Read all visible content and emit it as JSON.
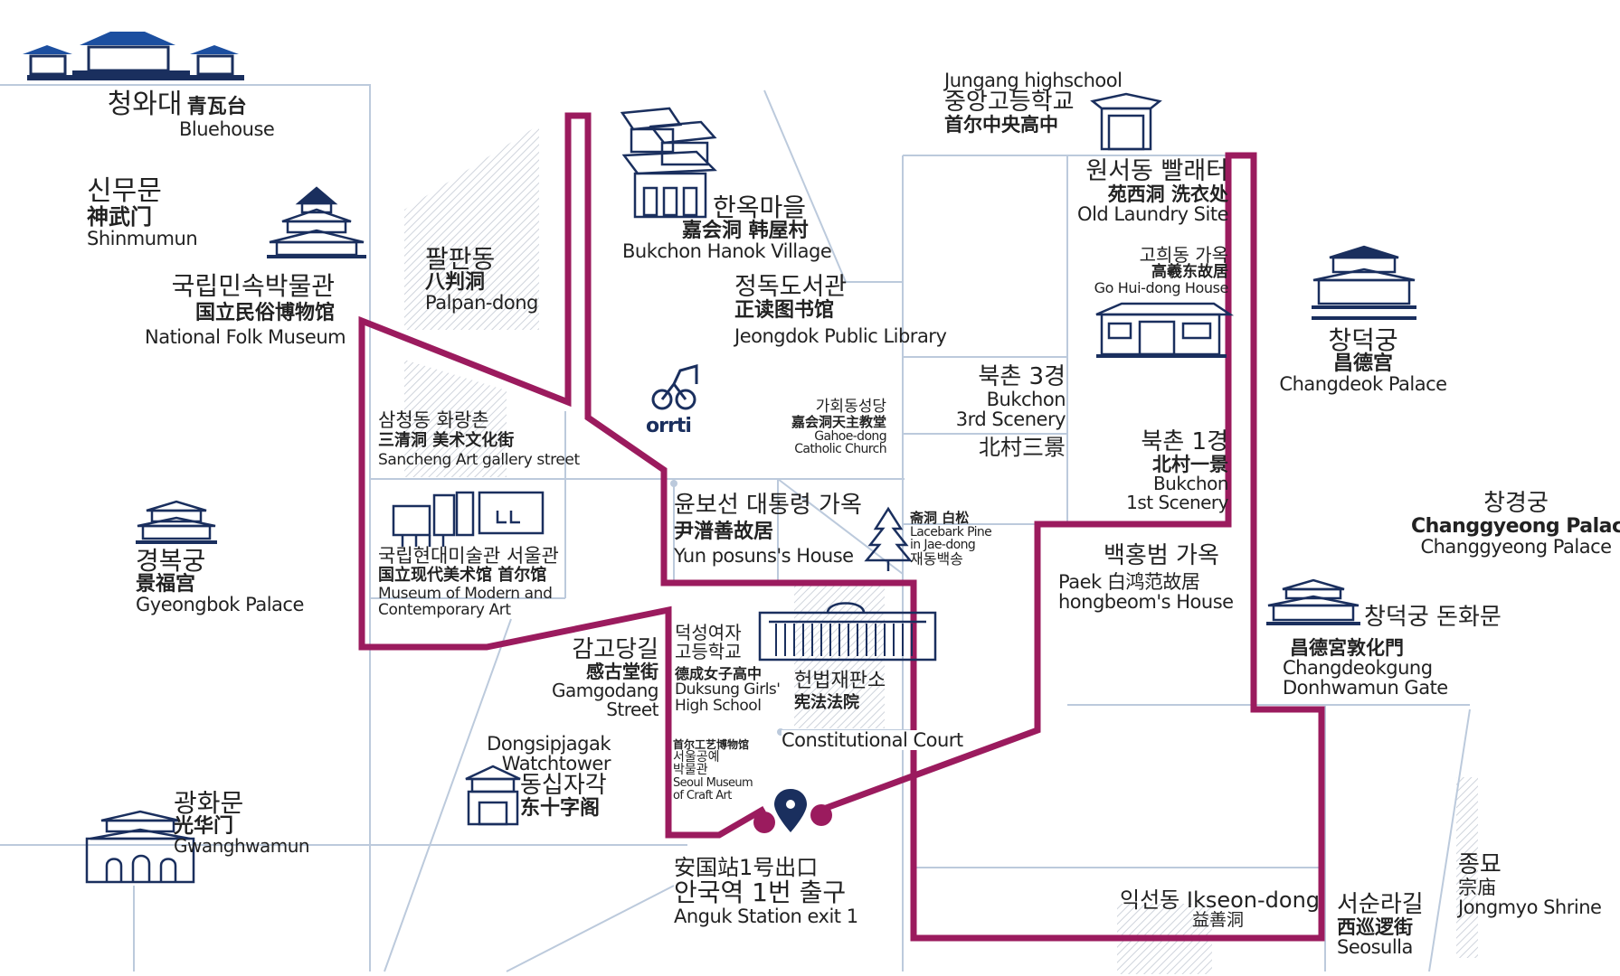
{
  "map": {
    "route_color": "#9b1b5e",
    "road_color": "#b8c8dc",
    "icon_color": "#1a2f5e",
    "accent_blue": "#1c4fa0",
    "hatch_color": "#d7dbe2"
  },
  "places": {
    "bluehouse": {
      "ko": "청와대",
      "zh": "青瓦台",
      "en": "Bluehouse"
    },
    "shinmumun": {
      "ko": "신무문",
      "zh": "神武门",
      "en": "Shinmumun"
    },
    "folk_museum": {
      "ko": "국립민속박물관",
      "zh": "国立民俗博物馆",
      "en": "National Folk Museum"
    },
    "palpan": {
      "ko": "팔판동",
      "zh": "八判洞",
      "en": "Palpan-dong"
    },
    "sancheong": {
      "ko": "삼청동 화랑촌",
      "zh": "三清洞 美术文化街",
      "en": "Sancheng Art gallery street"
    },
    "mmca": {
      "ko": "국립현대미술관 서울관",
      "zh": "国立现代美术馆 首尔馆",
      "en1": "Museum of Modern and",
      "en2": "Contemporary Art"
    },
    "gyeongbok": {
      "ko": "경복궁",
      "zh": "景福宫",
      "en": "Gyeongbok Palace"
    },
    "gwanghwamun": {
      "ko": "광화문",
      "zh": "光华门",
      "en": "Gwanghwamun"
    },
    "dongsipjagak": {
      "en1": "Dongsipjagak",
      "en2": "Watchtower",
      "ko": "동십자각",
      "zh": "东十字阁"
    },
    "gamgodang": {
      "ko": "감고당길",
      "zh": "感古堂街",
      "en1": "Gamgodang",
      "en2": "Street"
    },
    "hanok_village": {
      "ko": "한옥마을",
      "zh": "嘉会洞 韩屋村",
      "en": "Bukchon Hanok Village"
    },
    "jeongdok": {
      "ko": "정독도서관",
      "zh": "正读图书馆",
      "en": "Jeongdok Public Library"
    },
    "ortti": {
      "text": "orrti"
    },
    "gahoe": {
      "ko": "가회동성당",
      "zh": "嘉会洞天主教堂",
      "en1": "Gahoe-dong",
      "en2": "Catholic Church"
    },
    "yunposun": {
      "ko": "윤보선 대통령 가옥",
      "zh": "尹潽善故居",
      "en": "Yun posuns's House"
    },
    "pine": {
      "zh": "斋洞 白松",
      "en1": "Lacebark Pine",
      "en2": "in Jae-dong",
      "ko": "재동백송"
    },
    "duksung": {
      "ko1": "덕성여자",
      "ko2": "고등학교",
      "zh": "德成女子高中",
      "en1": "Duksung Girls'",
      "en2": "High School"
    },
    "court": {
      "ko": "헌법재판소",
      "zh": "宪法法院",
      "en": "Constitutional Court"
    },
    "craft": {
      "zh": "首尔工艺博物馆",
      "ko1": "서울공예",
      "ko2": "박물관",
      "en1": "Seoul Museum",
      "en2": "of Craft Art"
    },
    "anguk": {
      "zh": "安国站1号出口",
      "ko": "안국역 1번 출구",
      "en": "Anguk Station exit 1"
    },
    "jungang": {
      "en": "Jungang highschool",
      "ko": "중앙고등학교",
      "zh": "首尔中央高中"
    },
    "laundry": {
      "ko": "원서동 빨래터",
      "zh": "苑西洞 洗衣处",
      "en": "Old Laundry Site"
    },
    "gohui": {
      "ko": "고희동 가옥",
      "zh": "高羲东故居",
      "en": "Go Hui-dong House"
    },
    "scenery3": {
      "ko": "북촌 3경",
      "en1": "Bukchon",
      "en2": "3rd Scenery",
      "zh": "北村三景"
    },
    "scenery1": {
      "ko": "북촌 1경",
      "zh": "北村一景",
      "en1": "Bukchon",
      "en2": "1st Scenery"
    },
    "paek": {
      "ko": "백홍범 가옥",
      "line2": "Paek 白鸿范故居",
      "en": "hongbeom's House"
    },
    "changdeok": {
      "ko": "창덕궁",
      "zh": "昌德宫",
      "en": "Changdeok Palace"
    },
    "changgyeong": {
      "ko": "창경궁",
      "en_bold": "Changgyeong Palace",
      "en": "Changgyeong Palace"
    },
    "donhwamun": {
      "ko": "창덕궁 돈화문",
      "zh": "昌德宮敦化門",
      "en1": "Changdeokgung",
      "en2": "Donhwamun Gate"
    },
    "ikseon": {
      "ko": "익선동 Ikseon-dong",
      "zh": "益善洞"
    },
    "seosulla": {
      "ko": "서순라길",
      "zh": "西巡逻街",
      "en": "Seosulla"
    },
    "jongmyo": {
      "ko": "종묘",
      "zh": "宗庙",
      "en": "Jongmyo Shrine"
    }
  }
}
